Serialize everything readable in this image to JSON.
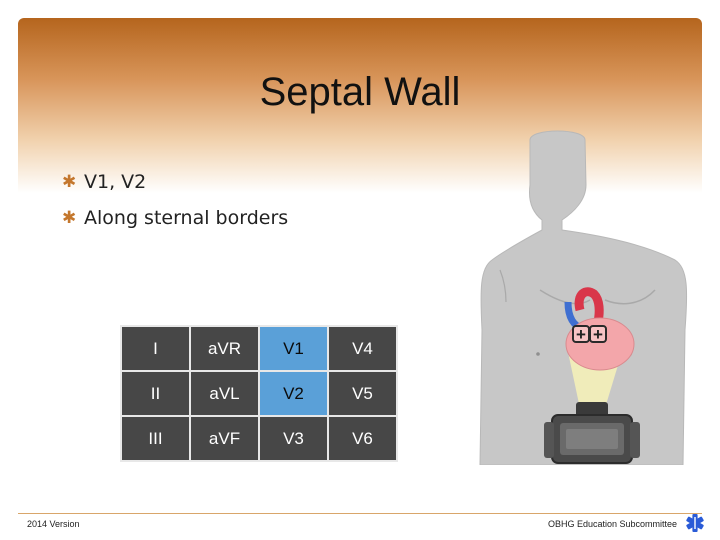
{
  "slide": {
    "title": "Septal Wall",
    "bullets": [
      "V1, V2",
      "Along sternal borders"
    ],
    "footer_left": "2014 Version",
    "footer_right": "OBHG Education Subcommittee"
  },
  "lead_table": {
    "rows": [
      [
        "I",
        "aVR",
        "V1",
        "V4"
      ],
      [
        "II",
        "aVL",
        "V2",
        "V5"
      ],
      [
        "III",
        "aVF",
        "V3",
        "V6"
      ]
    ],
    "highlighted": [
      "V1",
      "V2"
    ]
  },
  "illustration": {
    "heart_labels": [
      "+",
      "+"
    ]
  },
  "colors": {
    "header_accent": "#b5651d",
    "bullet_mark": "#c4772d",
    "cell_dark": "#474747",
    "cell_highlight": "#5aa0d8",
    "icon_blue": "#2a5bd7"
  }
}
